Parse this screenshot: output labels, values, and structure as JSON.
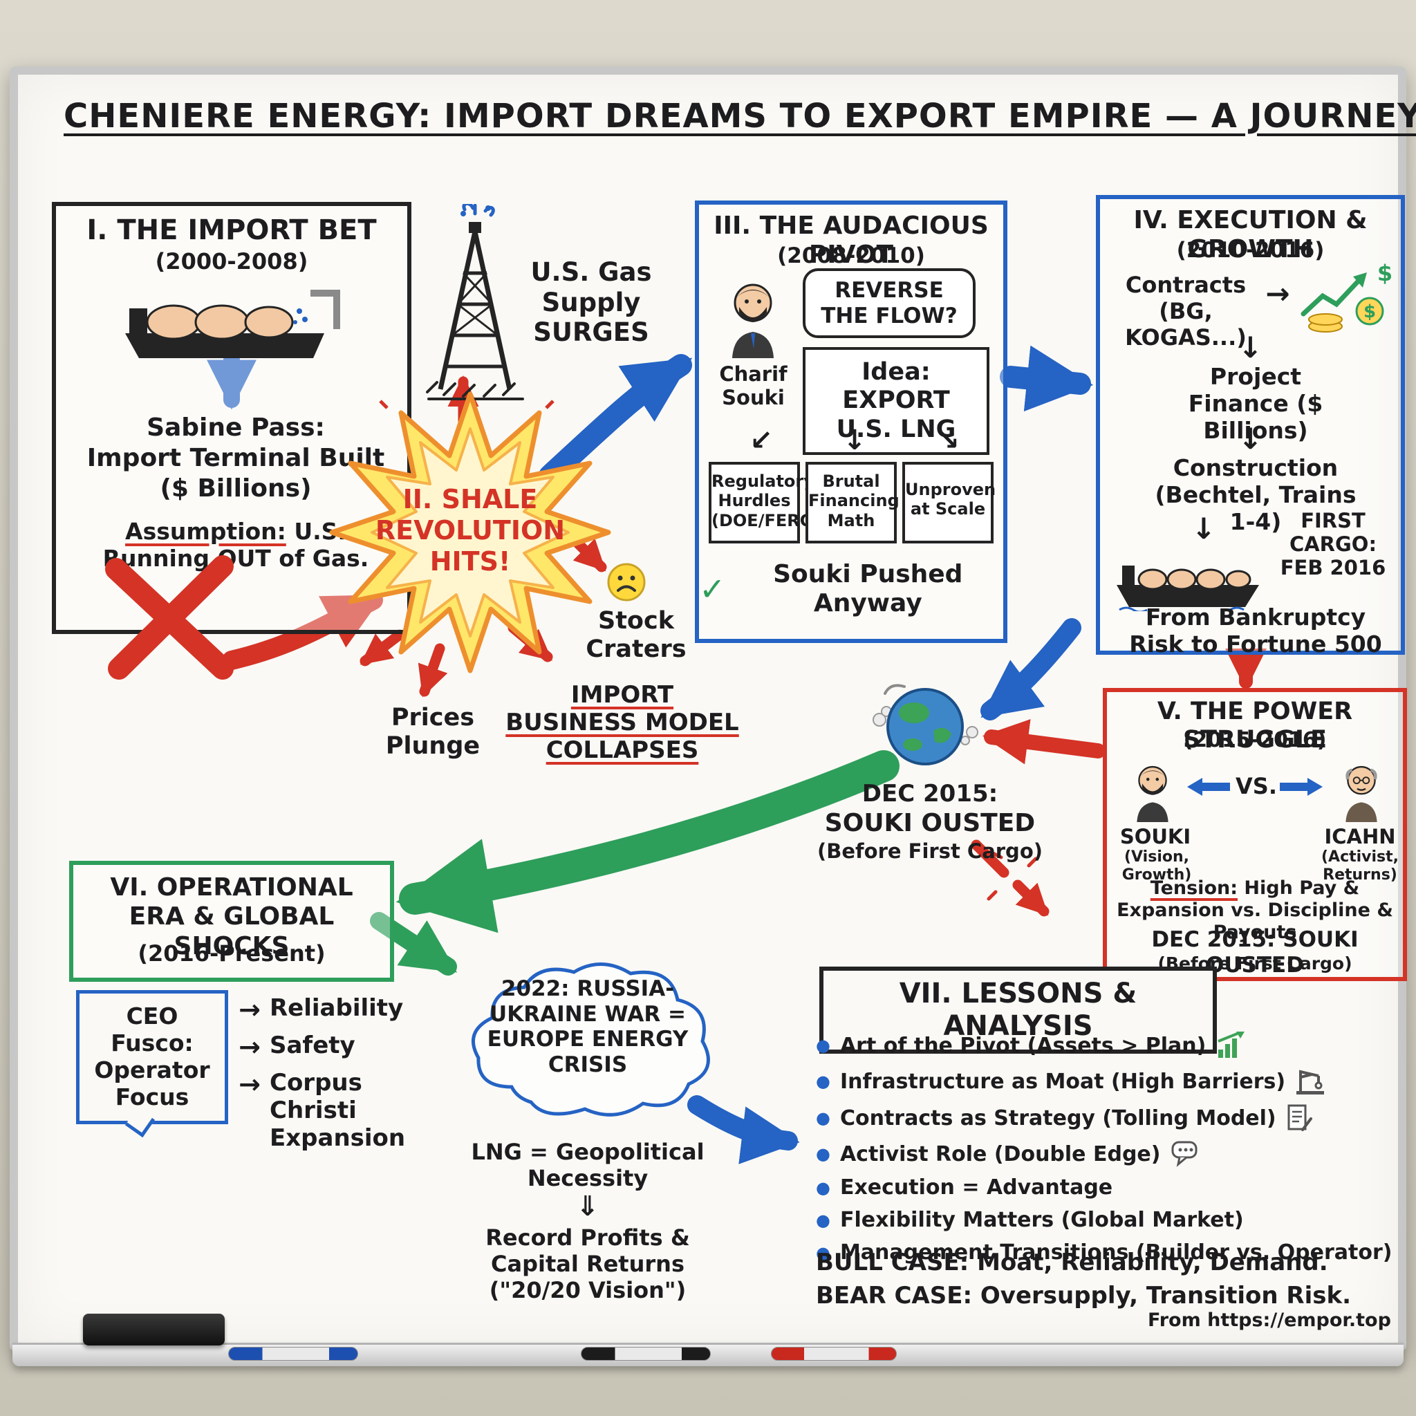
{
  "title": "CHENIERE ENERGY: IMPORT DREAMS TO EXPORT EMPIRE — A JOURNEY",
  "glyphs": {
    "down": "↓",
    "right": "→",
    "double_down": "⇓",
    "down_left": "↙",
    "down_right": "↘",
    "bullet": "●",
    "check": "✓",
    "dollar": "$"
  },
  "palette": {
    "blue": "#2563c4",
    "red": "#d43326",
    "green": "#2e9e5b",
    "yellow": "#ffe76a",
    "ink": "#1d1d1f"
  },
  "import_bet": {
    "heading": "I. THE IMPORT BET",
    "years": "(2000-2008)",
    "built_lines": [
      "Sabine Pass:",
      "Import Terminal Built",
      "($ Billions)"
    ],
    "assumption_label": "Assumption:",
    "assumption_text": "U.S. Running OUT of Gas."
  },
  "gas_surge": "U.S. Gas Supply SURGES",
  "shale_heading": "II. SHALE REVOLUTION HITS!",
  "fallout": {
    "stock": "Stock Craters",
    "prices": "Prices Plunge",
    "collapse": "IMPORT BUSINESS MODEL COLLAPSES"
  },
  "pivot": {
    "heading": "III. THE AUDACIOUS PIVOT",
    "years": "(2008-2010)",
    "speech": "REVERSE THE FLOW?",
    "person": "Charif Souki",
    "idea": "Idea: EXPORT U.S. LNG",
    "hurdles": [
      "Regulatory Hurdles (DOE/FERC)",
      "Brutal Financing Math",
      "Unproven at Scale"
    ],
    "pushed": "Souki Pushed Anyway"
  },
  "execution": {
    "heading": "IV. EXECUTION & GROWTH",
    "years": "(2010-2016)",
    "contracts": "Contracts (BG, KOGAS...)",
    "finance": "Project Finance ($ Billions)",
    "construction": "Construction (Bechtel, Trains 1-4)",
    "first_cargo": "FIRST CARGO: FEB 2016",
    "outcome": "From Bankruptcy Risk to Fortune 500"
  },
  "ousted_center": {
    "lines": [
      "DEC 2015:",
      "SOUKI OUSTED",
      "(Before First Cargo)"
    ]
  },
  "power": {
    "heading": "V. THE POWER STRUGGLE",
    "years": "(2015-2016)",
    "left_name": "SOUKI",
    "left_sub": "(Vision, Growth)",
    "vs": "VS.",
    "right_name": "ICAHN",
    "right_sub": "(Activist, Returns)",
    "tension_label": "Tension:",
    "tension_text": "High Pay & Expansion vs. Discipline & Payouts",
    "ousted": "DEC 2015: SOUKI OUSTED",
    "ousted_sub": "(Before First Cargo)"
  },
  "operational": {
    "heading": "VI. OPERATIONAL ERA & GLOBAL SHOCKS",
    "years": "(2016-Present)",
    "ceo": "CEO Fusco: Operator Focus",
    "items": [
      "Reliability",
      "Safety",
      "Corpus Christi Expansion"
    ],
    "cloud": "2022: RUSSIA-UKRAINE WAR = EUROPE ENERGY CRISIS",
    "lng": "LNG = Geopolitical Necessity",
    "record": "Record Profits & Capital Returns (\"20/20 Vision\")"
  },
  "lessons": {
    "heading": "VII. LESSONS & ANALYSIS",
    "items": [
      "Art of the Pivot (Assets > Plan)",
      "Infrastructure as Moat (High Barriers)",
      "Contracts as Strategy (Tolling Model)",
      "Activist Role (Double Edge)",
      "Execution = Advantage",
      "Flexibility Matters (Global Market)",
      "Management Transitions (Builder vs. Operator)"
    ],
    "bull": "BULL CASE: Moat, Reliability, Demand.",
    "bear": "BEAR CASE: Oversupply, Transition Risk."
  },
  "footer": "From https://empor.top"
}
